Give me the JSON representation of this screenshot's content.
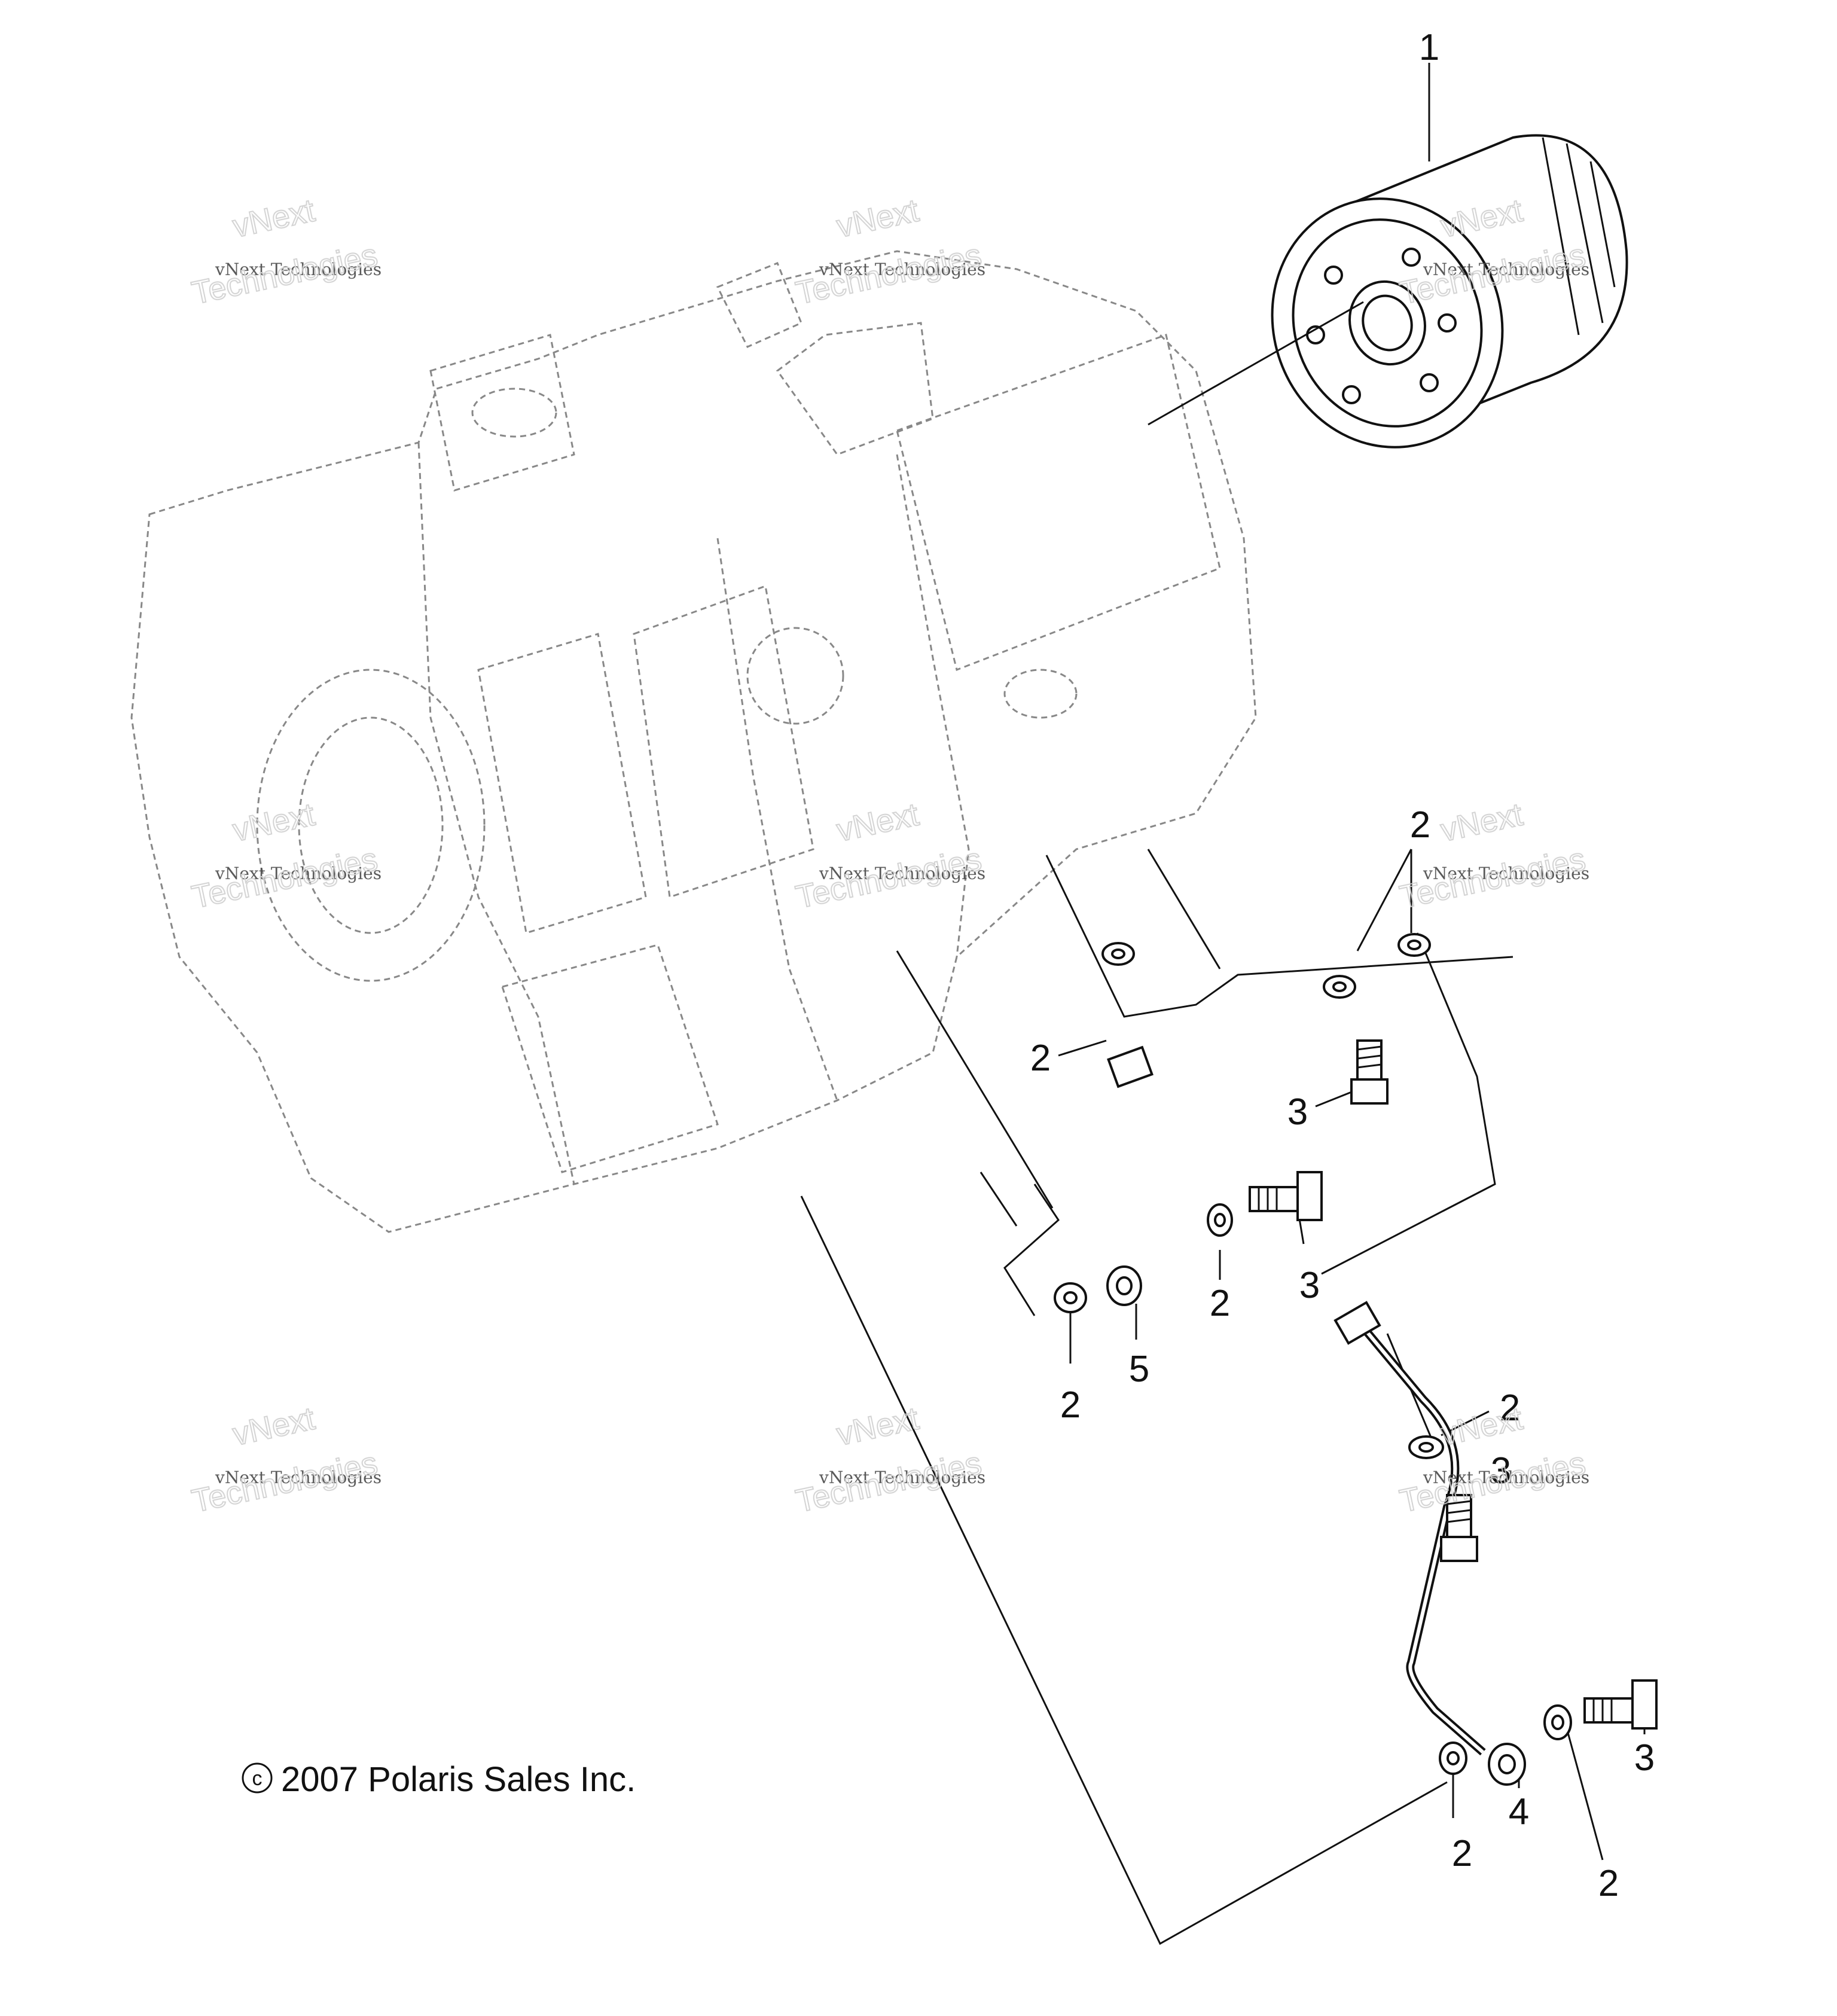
{
  "callouts": {
    "c1": "1",
    "c2a": "2",
    "c2b": "2",
    "c2c": "2",
    "c2d": "2",
    "c2e": "2",
    "c2f": "2",
    "c2g": "2",
    "c3a": "3",
    "c3b": "3",
    "c3c": "3",
    "c3d": "3",
    "c4": "4",
    "c5": "5"
  },
  "copyright": "2007 Polaris Sales Inc.",
  "copyright_symbol": "©",
  "watermark": {
    "line1": "vNext Technologies",
    "line2": "vNext",
    "line3": "Technologies"
  }
}
